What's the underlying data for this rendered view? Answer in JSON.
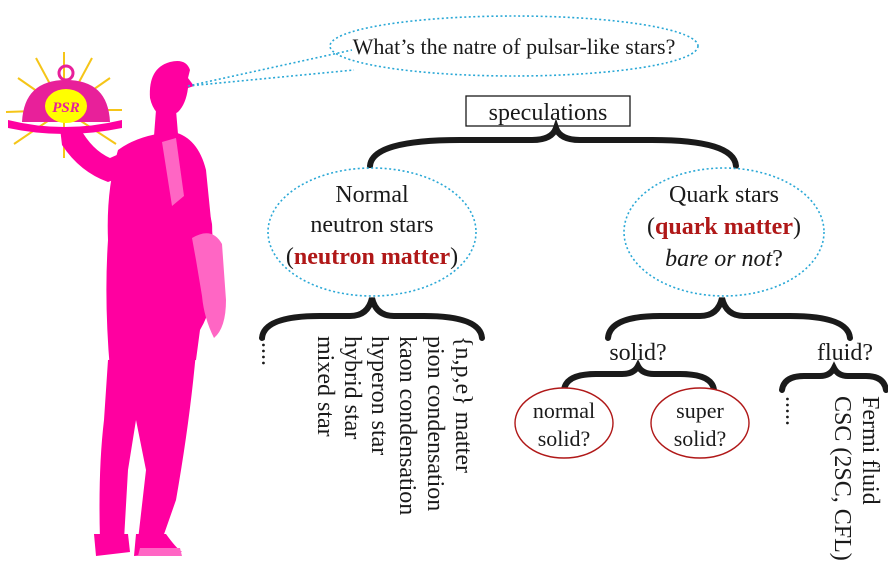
{
  "question": "What’s the natre of pulsar-like stars?",
  "badge": "PSR",
  "root": "speculations",
  "neutron_branch": {
    "line1": "Normal",
    "line2": "neutron stars",
    "open_paren": "(",
    "emphasis": "neutron matter",
    "close_paren": ")",
    "models": [
      "{n,p,e} matter",
      "pion condensation",
      "kaon condensation",
      "hyperon star",
      "hybrid star",
      "mixed star",
      "....."
    ]
  },
  "quark_branch": {
    "line1": "Quark stars",
    "open_paren": "(",
    "emphasis": "quark matter",
    "close_paren": ")",
    "line3_italic": "bare or not",
    "line3_suffix": "?",
    "solid": {
      "label": "solid?",
      "options": [
        {
          "line1": "normal",
          "line2": "solid?"
        },
        {
          "line1": "super",
          "line2": "solid?"
        }
      ]
    },
    "fluid": {
      "label": "fluid?",
      "models": [
        "Fermi fluid",
        "CSC (2SC, CFL)",
        "....."
      ]
    }
  },
  "colors": {
    "waiter": "#ff00a0",
    "waiter_accent": "#ff66c4",
    "dome": "#e8209a",
    "badge": "#ffff00",
    "rays": "#f5c518",
    "bubble_outline": "#2aa8d6",
    "emphasis_text": "#b01818",
    "solid_ellipse": "#b01818",
    "text": "#1a1a1a"
  }
}
